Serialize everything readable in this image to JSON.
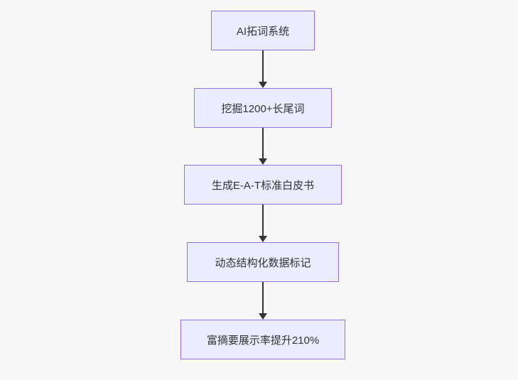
{
  "flowchart": {
    "type": "vertical-flowchart",
    "nodes": [
      {
        "label": "AI拓词系统"
      },
      {
        "label": "挖掘1200+长尾词"
      },
      {
        "label": "生成E-A-T标准白皮书"
      },
      {
        "label": "动态结构化数据标记"
      },
      {
        "label": "富摘要展示率提升210%"
      }
    ],
    "edges": [
      {
        "from": 0,
        "to": 1
      },
      {
        "from": 1,
        "to": 2
      },
      {
        "from": 2,
        "to": 3
      },
      {
        "from": 3,
        "to": 4
      }
    ],
    "colors": {
      "node_fill": "#ececff",
      "node_border": "#9370db",
      "node_text": "#333333",
      "arrow": "#333333",
      "background": "#f7f7f7"
    }
  }
}
